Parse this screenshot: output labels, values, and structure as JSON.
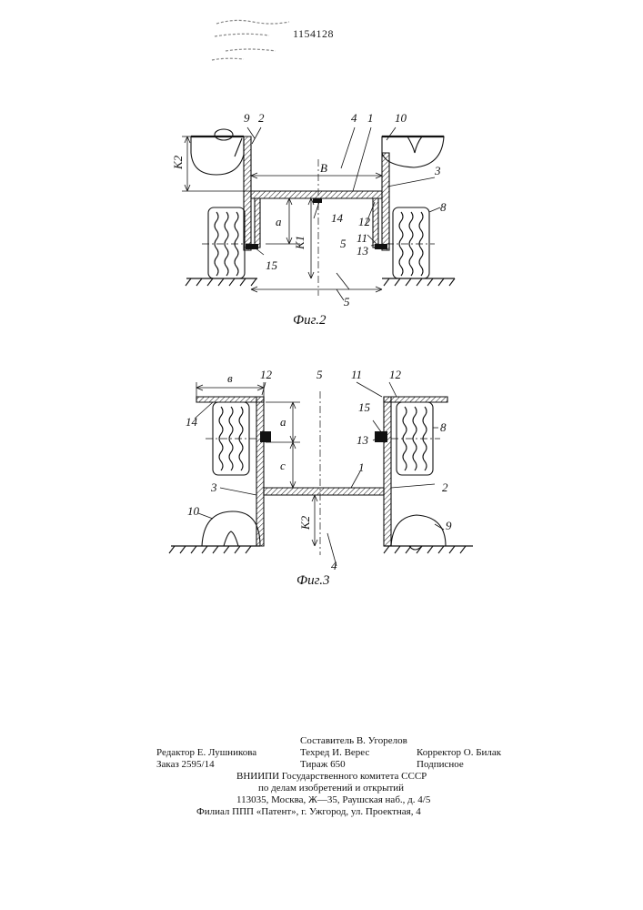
{
  "header": {
    "patent_number": "1154128"
  },
  "figure2": {
    "caption": "Фиг.2",
    "labels": {
      "n1": "1",
      "n2": "2",
      "n3": "3",
      "n4": "4",
      "n5": "5",
      "n8": "8",
      "n9": "9",
      "n10": "10",
      "n11": "11",
      "n12": "12",
      "n13": "13",
      "n14": "14",
      "n15": "15",
      "dim_B": "B",
      "dim_a": "a",
      "dim_K1": "K1",
      "dim_K2": "K2"
    }
  },
  "figure3": {
    "caption": "Фиг.3",
    "labels": {
      "n1": "1",
      "n2": "2",
      "n3": "3",
      "n4": "4",
      "n5": "5",
      "n8": "8",
      "n9": "9",
      "n10": "10",
      "n11": "11",
      "n12a": "12",
      "n12b": "12",
      "n13": "13",
      "n14": "14",
      "n15": "15",
      "dim_b": "в",
      "dim_a": "a",
      "dim_c": "c",
      "dim_K2": "K2"
    }
  },
  "imprint": {
    "compiler": "Составитель В. Угорелов",
    "editor": "Редактор Е. Лушникова",
    "techred": "Техред И. Верес",
    "corrector": "Корректор О. Билак",
    "order": "Заказ 2595/14",
    "circulation": "Тираж 650",
    "subscription": "Подписное",
    "org1": "ВНИИПИ Государственного комитета СССР",
    "org2": "по делам изобретений и открытий",
    "address": "113035, Москва, Ж—35, Раушская наб., д. 4/5",
    "branch": "Филиал ППП «Патент», г. Ужгород, ул. Проектная, 4"
  }
}
